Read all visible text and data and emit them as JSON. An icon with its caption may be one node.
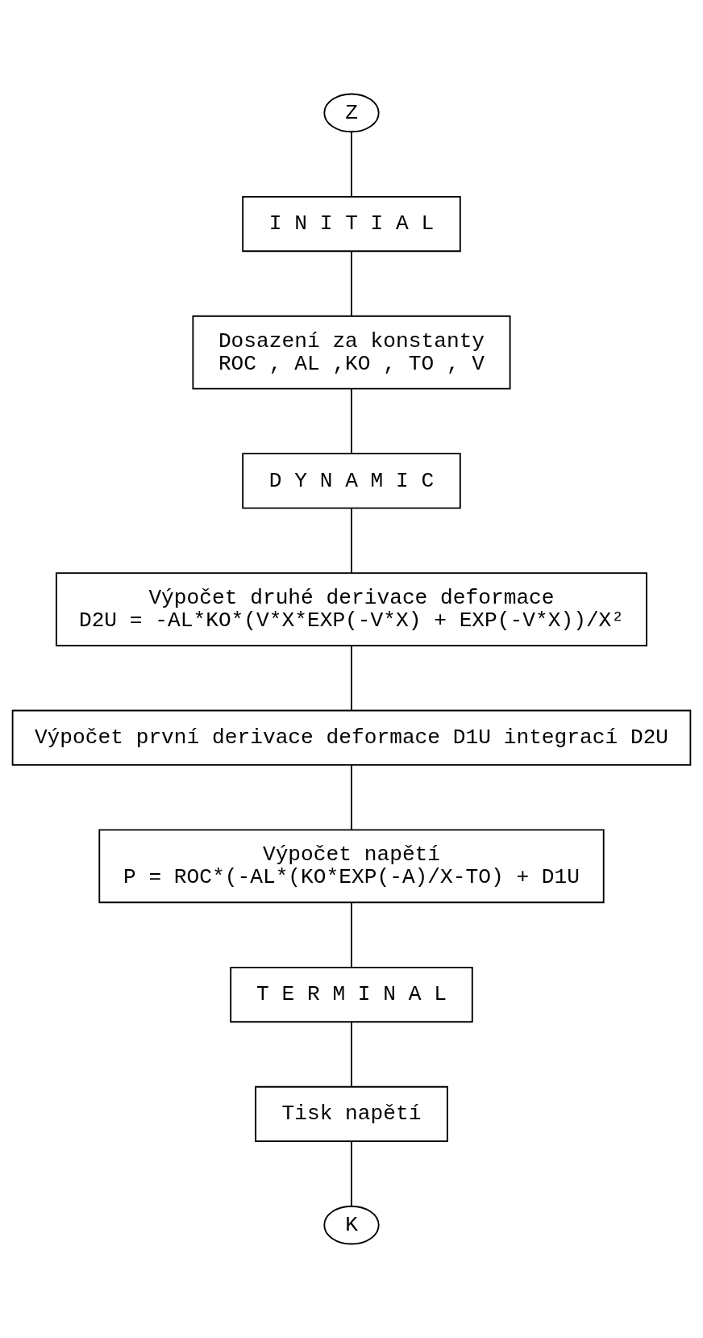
{
  "diagram": {
    "nodes": [
      {
        "text": [
          "Z"
        ]
      },
      {
        "text": [
          "I N I T I A L"
        ]
      },
      {
        "text": [
          "Dosazení za konstanty",
          "ROC , AL ,KO , TO , V"
        ]
      },
      {
        "text": [
          "D Y N A M I C"
        ]
      },
      {
        "text": [
          "Výpočet druhé derivace deformace",
          "D2U = -AL*KO*(V*X*EXP(-V*X) + EXP(-V*X))/X²"
        ]
      },
      {
        "text": [
          "Výpočet první derivace deformace D1U integrací D2U"
        ]
      },
      {
        "text": [
          "Výpočet napětí",
          "P = ROC*(-AL*(KO*EXP(-A)/X-TO) + D1U"
        ]
      },
      {
        "text": [
          "T E R M I N A L"
        ]
      },
      {
        "text": [
          "Tisk napětí"
        ]
      },
      {
        "text": [
          "K"
        ]
      }
    ],
    "edges": [
      {
        "from": 0,
        "to": 1,
        "arrow": "none"
      },
      {
        "from": 1,
        "to": 2,
        "arrow": "none"
      },
      {
        "from": 2,
        "to": 3,
        "arrow": "none"
      },
      {
        "from": 3,
        "to": 4,
        "arrow": "none"
      },
      {
        "from": 4,
        "to": 5,
        "arrow": "none"
      },
      {
        "from": 5,
        "to": 6,
        "arrow": "none"
      },
      {
        "from": 6,
        "to": 7,
        "arrow": "none"
      },
      {
        "from": 7,
        "to": 8,
        "arrow": "none"
      },
      {
        "from": 8,
        "to": 9,
        "arrow": "none"
      }
    ]
  }
}
